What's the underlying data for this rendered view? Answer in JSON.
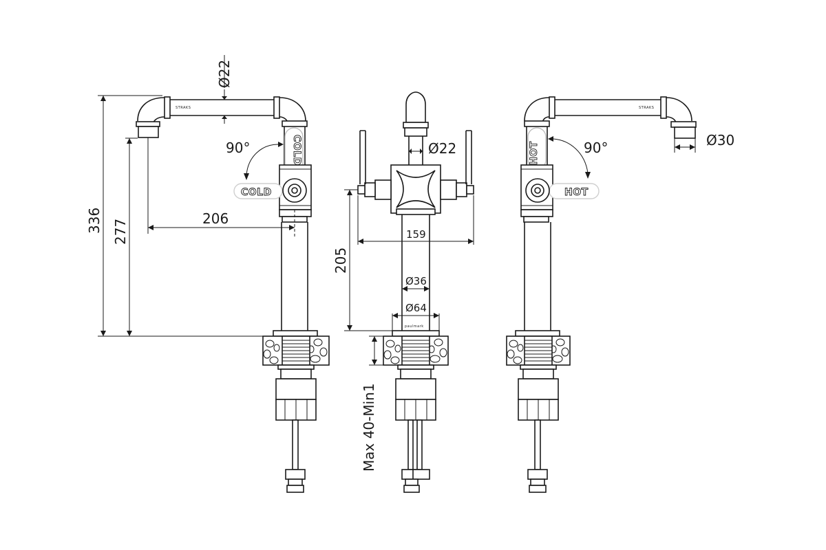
{
  "dimensions": {
    "spout_diameter": "Ø22",
    "handle_rotation_left": "90°",
    "handle_rotation_right": "90°",
    "overall_height": "336",
    "spout_height": "277",
    "spout_reach": "206",
    "stem_diameter": "Ø22",
    "handle_span": "159",
    "body_height": "205",
    "body_diameter": "Ø36",
    "base_diameter": "Ø64",
    "outlet_diameter": "Ø30",
    "mounting_thickness": "Max 40-Min1"
  },
  "labels": {
    "cold_vertical": "COLD",
    "cold_horizontal": "COLD",
    "hot_vertical": "HOT",
    "hot_horizontal": "HOT",
    "brand_left": "STRAKS",
    "brand_right": "STRAKS",
    "brand_base": "paulmark"
  }
}
